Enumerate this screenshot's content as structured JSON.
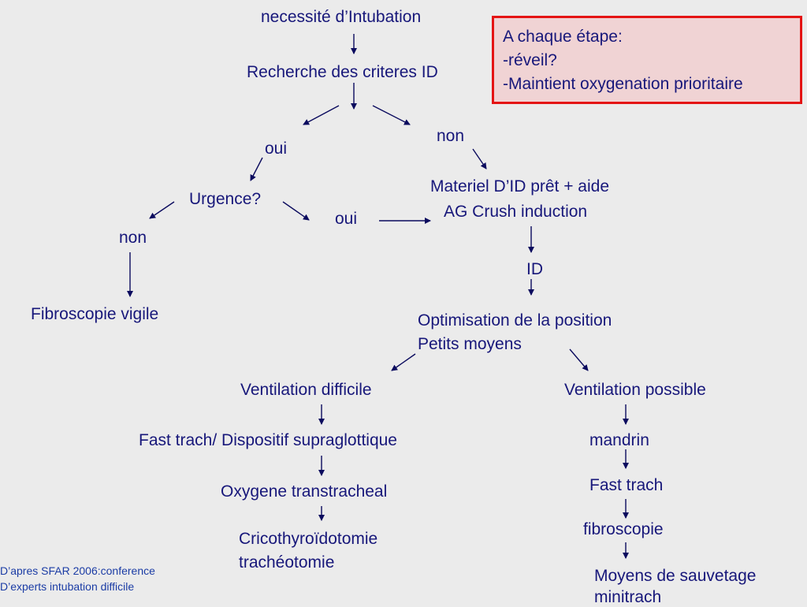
{
  "nodes": {
    "necessite": "necessité d’Intubation",
    "recherche": "Recherche des criteres ID",
    "oui_1": "oui",
    "non_1": "non",
    "urgence": "Urgence?",
    "non_2": "non",
    "oui_2": "oui",
    "materiel": "Materiel D’ID prêt + aide",
    "ag_crush": "AG Crush induction",
    "id": "ID",
    "fibroscopie_vigile": "Fibroscopie vigile",
    "optimisation_line1": "Optimisation de la position",
    "optimisation_line2": "Petits moyens",
    "ventilation_difficile": "Ventilation difficile",
    "ventilation_possible": "Ventilation possible",
    "fast_trach_dispositif": "Fast trach/ Dispositif supraglottique",
    "mandrin": "mandrin",
    "oxygene": "Oxygene transtracheal",
    "fast_trach": "Fast trach",
    "fibroscopie": "fibroscopie",
    "crico_line1": "Cricothyroïdotomie",
    "crico_line2": "trachéotomie",
    "sauvetage_line1": "Moyens de sauvetage",
    "sauvetage_line2": "minitrach"
  },
  "note": {
    "line1": "A chaque étape:",
    "line2": "-réveil?",
    "line3": "-Maintient oxygenation prioritaire"
  },
  "footer": {
    "line1": "D’apres SFAR 2006:conference",
    "line2": "D’experts intubation difficile"
  },
  "colors": {
    "text": "#17177a",
    "arrow": "#0b0b5e",
    "note_border": "#e41414",
    "note_fill": "#f0d3d4",
    "footer": "#1b3ca5",
    "background": "#ebebeb"
  }
}
